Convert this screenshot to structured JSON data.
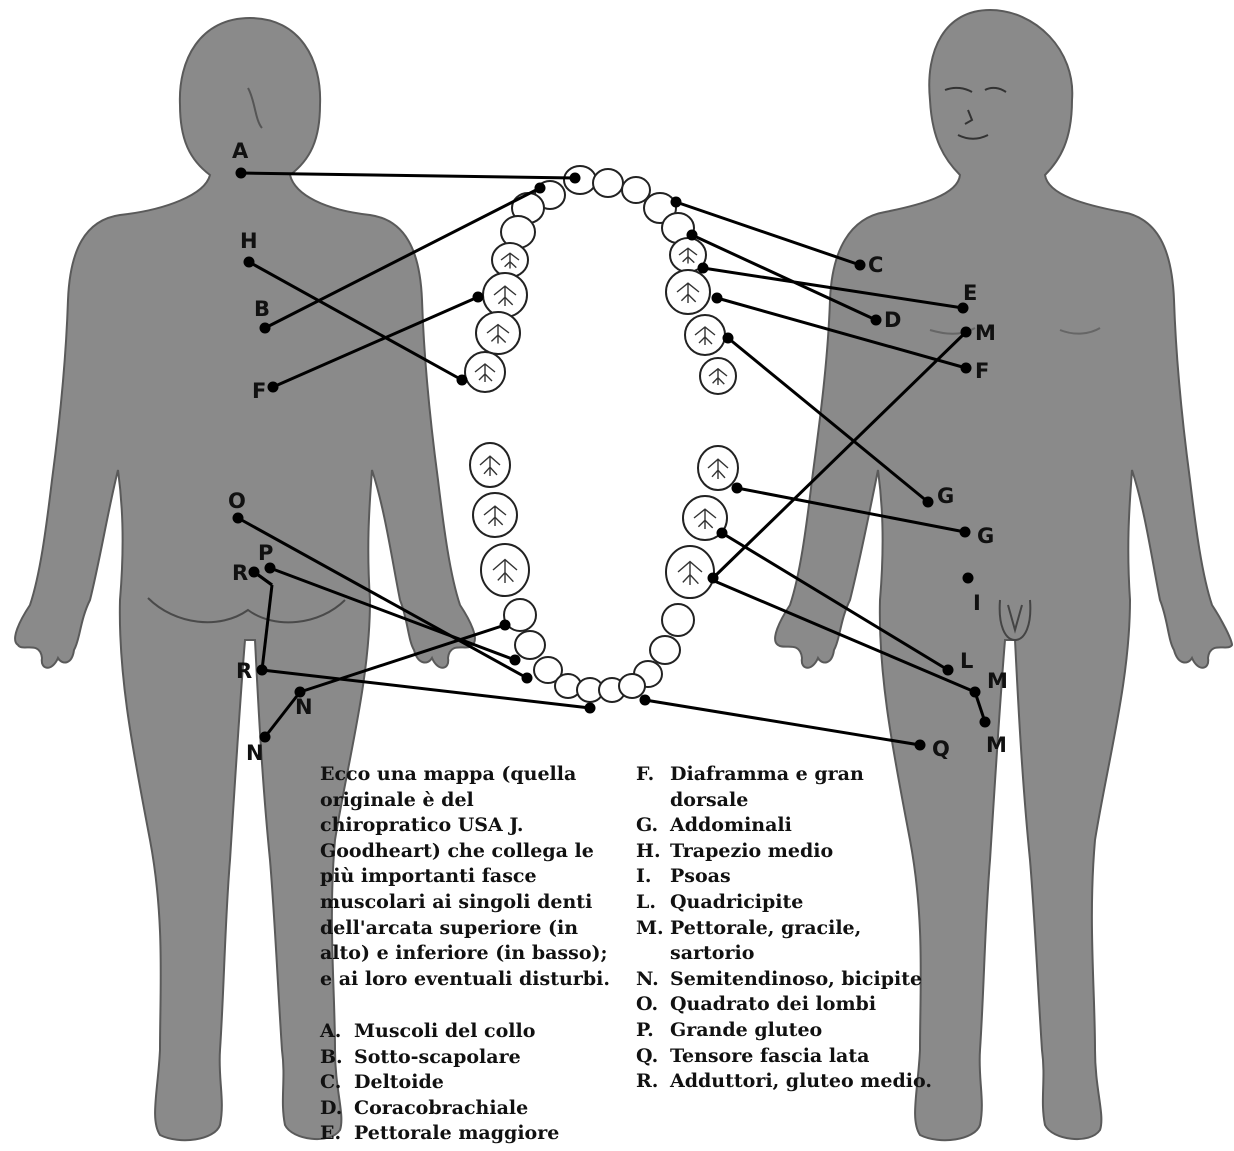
{
  "intro": "Ecco una mappa (quella originale è del chiropratico USA J. Goodheart) che collega le più importanti fasce muscolari ai singoli denti dell'arcata superiore (in alto) e inferiore (in basso); e ai loro eventuali disturbi.",
  "legend": [
    {
      "key": "A.",
      "text": "Muscoli del collo"
    },
    {
      "key": "B.",
      "text": "Sotto-scapolare"
    },
    {
      "key": "C.",
      "text": "Deltoide"
    },
    {
      "key": "D.",
      "text": "Coracobrachiale"
    },
    {
      "key": "E.",
      "text": "Pettorale maggiore"
    },
    {
      "key": "F.",
      "text": "Diaframma e gran dorsale"
    },
    {
      "key": "G.",
      "text": "Addominali"
    },
    {
      "key": "H.",
      "text": "Trapezio medio"
    },
    {
      "key": "I.",
      "text": "Psoas"
    },
    {
      "key": "L.",
      "text": "Quadricipite"
    },
    {
      "key": "M.",
      "text": "Pettorale, gracile, sartorio"
    },
    {
      "key": "N.",
      "text": "Semitendinoso, bicipite"
    },
    {
      "key": "O.",
      "text": "Quadrato dei lombi"
    },
    {
      "key": "P.",
      "text": "Grande gluteo"
    },
    {
      "key": "Q.",
      "text": "Tensore fascia lata"
    },
    {
      "key": "R.",
      "text": "Adduttori, gluteo medio."
    }
  ],
  "labels": {
    "back": [
      "A",
      "H",
      "B",
      "F",
      "O",
      "P",
      "R",
      "R",
      "N",
      "N"
    ],
    "front": [
      "C",
      "E",
      "D",
      "M",
      "F",
      "G",
      "G",
      "I",
      "L",
      "M",
      "M",
      "Q"
    ]
  },
  "colors": {
    "body": "#8a8a8a",
    "body_outline": "#5a5a5a",
    "line": "#000000",
    "tooth_fill": "#ffffff"
  }
}
